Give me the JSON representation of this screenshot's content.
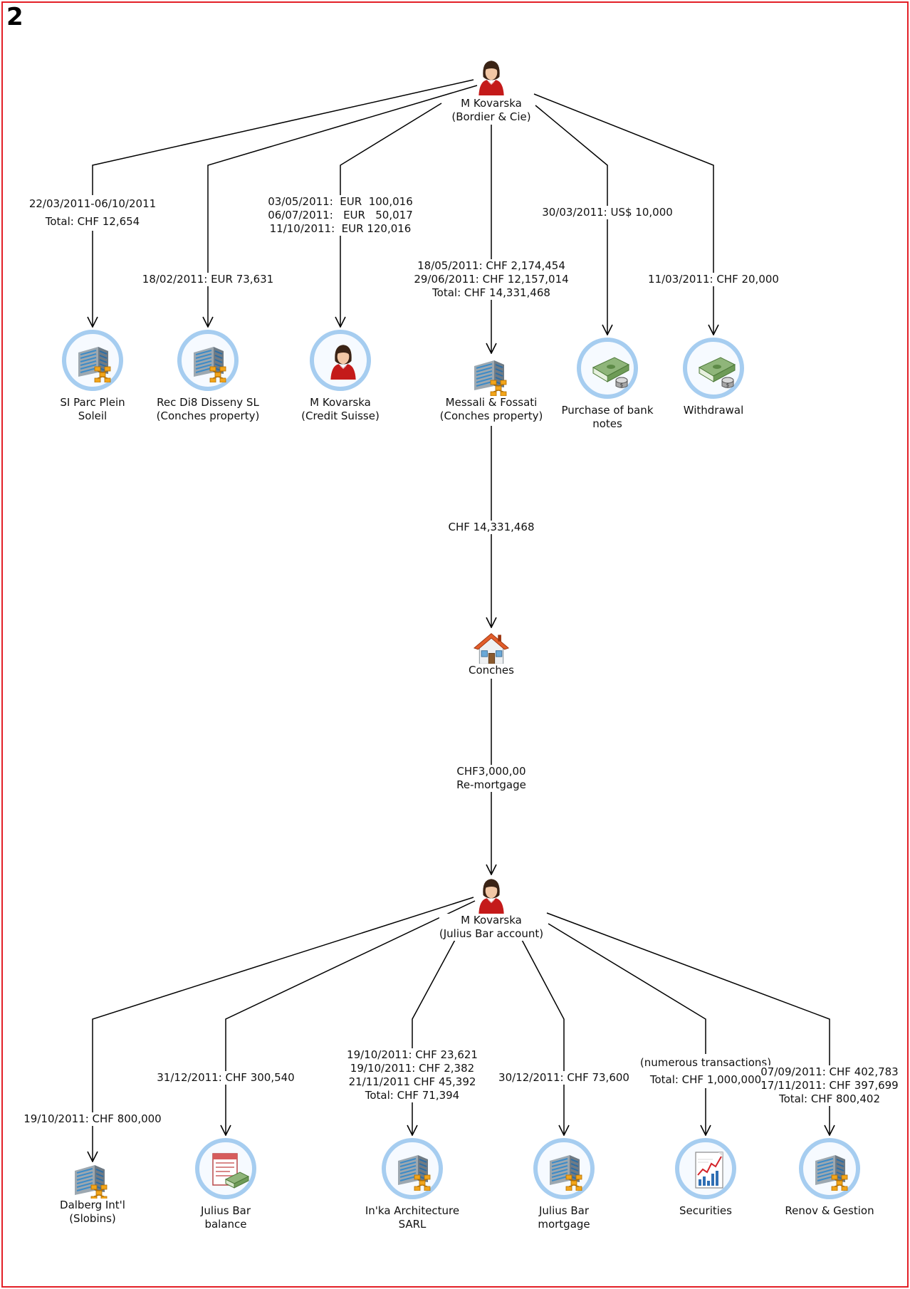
{
  "figure_number": "2",
  "nodes": {
    "kovarska_bordier": {
      "label": "M Kovarska\n(Bordier & Cie)"
    },
    "si_parc": {
      "label": "SI Parc Plein\nSoleil"
    },
    "rec_di8": {
      "label": "Rec Di8 Disseny SL\n(Conches property)"
    },
    "kovarska_cs": {
      "label": "M Kovarska\n(Credit Suisse)"
    },
    "messali": {
      "label": "Messali & Fossati\n(Conches property)"
    },
    "bank_notes": {
      "label": "Purchase of bank\nnotes"
    },
    "withdrawal": {
      "label": "Withdrawal"
    },
    "conches": {
      "label": "Conches"
    },
    "kovarska_jb": {
      "label": "M Kovarska\n(Julius Bar account)"
    },
    "dalberg": {
      "label": "Dalberg Int'l\n(Slobins)"
    },
    "jb_balance": {
      "label": "Julius Bar\nbalance"
    },
    "inka": {
      "label": "In'ka Architecture\nSARL"
    },
    "jb_mortgage": {
      "label": "Julius Bar\nmortgage"
    },
    "securities": {
      "label": "Securities"
    },
    "renov": {
      "label": "Renov & Gestion"
    }
  },
  "edges": {
    "to_si_parc": "22/03/2011-06/10/2011\nTotal: CHF 12,654",
    "to_rec_di8": "18/02/2011: EUR 73,631",
    "to_kovarska_cs": "03/05/2011:  EUR  100,016\n06/07/2011:   EUR   50,017\n11/10/2011:  EUR 120,016",
    "to_messali": "18/05/2011: CHF 2,174,454\n29/06/2011: CHF 12,157,014\nTotal: CHF 14,331,468",
    "to_bank_notes": "30/03/2011: US$ 10,000",
    "to_withdrawal": "11/03/2011: CHF 20,000",
    "messali_to_conches": "CHF 14,331,468",
    "conches_to_kovarska_jb": "CHF3,000,00\nRe-mortgage",
    "to_dalberg": "19/10/2011: CHF 800,000",
    "to_jb_balance": "31/12/2011: CHF 300,540",
    "to_inka": "19/10/2011: CHF 23,621\n19/10/2011: CHF 2,382\n21/11/2011 CHF 45,392\nTotal: CHF 71,394",
    "to_jb_mortgage": "30/12/2011: CHF 73,600",
    "to_securities": "(numerous transactions)\nTotal: CHF 1,000,000",
    "to_renov": "07/09/2011: CHF 402,783\n17/11/2011: CHF 397,699\nTotal: CHF 800,402"
  },
  "icon_types": {
    "person": "person-icon",
    "company": "company-building-icon",
    "house": "house-icon",
    "cash": "cash-icon",
    "account": "account-statement-icon",
    "securities": "securities-chart-icon"
  },
  "colors": {
    "frame": "#e31f26",
    "node_ring": "#a6cdf0",
    "person_dress": "#c41a1a"
  }
}
